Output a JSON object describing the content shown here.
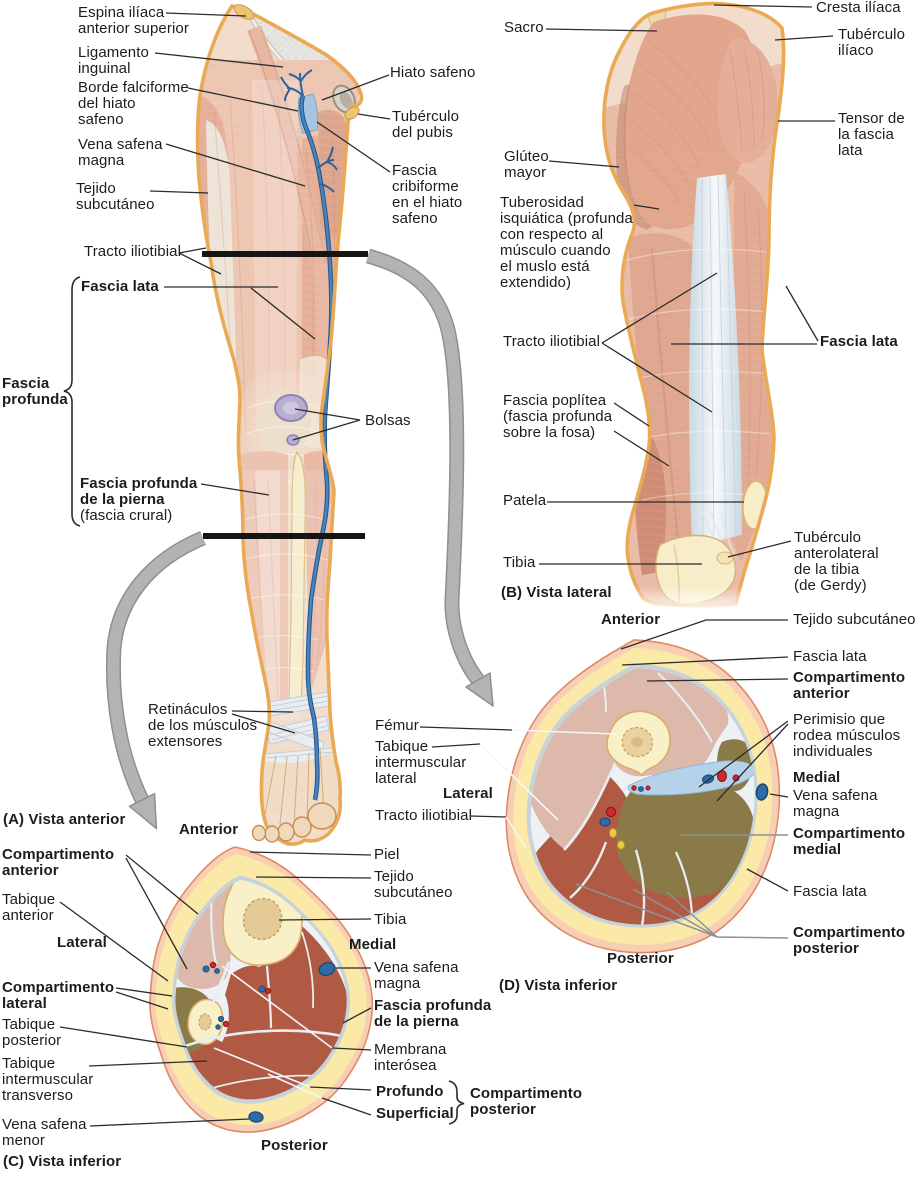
{
  "panels": {
    "a": {
      "caption": "(A) Vista anterior",
      "labels": {
        "espina": "Espina ilíaca\nanterior superior",
        "ligamento": "Ligamento\ninguinal",
        "borde": "Borde falciforme\ndel hiato\nsafeno",
        "vena_safena_magna": "Vena safena\nmagna",
        "tejido_subcutaneo": "Tejido\nsubcutáneo",
        "tracto_iliotibial": "Tracto iliotibial",
        "fascia_lata": "Fascia lata",
        "fascia_profunda": "Fascia\nprofunda",
        "fascia_profunda_pierna": "Fascia profunda\nde la pierna",
        "fascia_crural": "(fascia crural)",
        "retinaculos": "Retináculos\nde los músculos\nextensores",
        "hiato_safeno": "Hiato safeno",
        "tuberculo_pubis": "Tubérculo\ndel pubis",
        "fascia_cribiforme": "Fascia\ncribiforme\nen el hiato\nsafeno",
        "bolsas": "Bolsas"
      }
    },
    "b": {
      "caption": "(B) Vista lateral",
      "labels": {
        "sacro": "Sacro",
        "cresta_iliaca": "Cresta ilíaca",
        "tuberculo_iliaco": "Tubérculo\nilíaco",
        "tensor": "Tensor de\nla fascia lata",
        "gluteo_mayor": "Glúteo\nmayor",
        "tuberosidad": "Tuberosidad\nisquiática (profunda\ncon respecto al\nmúsculo cuando\nel muslo está\nextendido)",
        "tracto_iliotibial": "Tracto iliotibial",
        "fascia_lata": "Fascia lata",
        "fascia_poplitea": "Fascia poplítea\n(fascia profunda\nsobre la fosa)",
        "patela": "Patela",
        "tibia": "Tibia",
        "tuberculo_gerdy": "Tubérculo\nanterolateral\nde la tibia\n(de Gerdy)"
      }
    },
    "c": {
      "caption": "(C) Vista inferior",
      "labels": {
        "anterior": "Anterior",
        "compartimento_anterior": "Compartimento\nanterior",
        "tabique_anterior": "Tabique\nanterior",
        "lateral": "Lateral",
        "compartimento_lateral": "Compartimento\nlateral",
        "tabique_posterior": "Tabique\nposterior",
        "tabique_transverso": "Tabique\nintermuscular\ntransverso",
        "vena_safena_menor": "Vena safena\nmenor",
        "posterior": "Posterior",
        "piel": "Piel",
        "tejido_subcutaneo": "Tejido\nsubcutáneo",
        "tibia": "Tibia",
        "medial": "Medial",
        "vena_safena_magna": "Vena safena\nmagna",
        "fascia_profunda_pierna": "Fascia profunda\nde la pierna",
        "membrana_interosea": "Membrana\ninterósea",
        "profundo": "Profundo",
        "superficial": "Superficial",
        "compartimento_posterior": "Compartimento\nposterior"
      }
    },
    "d": {
      "caption": "(D) Vista inferior",
      "labels": {
        "anterior": "Anterior",
        "tejido_subcutaneo": "Tejido subcutáneo",
        "fascia_lata_sup": "Fascia lata",
        "compartimento_anterior": "Compartimento\nanterior",
        "perimisio": "Perimisio que\nrodea músculos\nindividuales",
        "medial": "Medial",
        "vena_safena_magna": "Vena safena\nmagna",
        "compartimento_medial": "Compartimento\nmedial",
        "fascia_lata_inf": "Fascia lata",
        "compartimento_posterior": "Compartimento\nposterior",
        "posterior": "Posterior",
        "femur": "Fémur",
        "tabique_lateral": "Tabique\nintermuscular\nlateral",
        "lateral": "Lateral",
        "tracto_iliotibial": "Tracto iliotibial"
      }
    }
  },
  "colors": {
    "background": "#ffffff",
    "label_text": "#1c1c1c",
    "leader_line": "#2b2b2b",
    "leader_line_white": "#f5f7f8",
    "section_cut_line": "#151515",
    "arrow_gray": "#b3b3b3",
    "skin_border_tan": "#e7a24e",
    "subcutaneous_yellow": "#fbe9a7",
    "deep_fascia_gray": "#c7d3db",
    "skin_ring_peach": "#f8cfb4",
    "muscle_pink": "#e2ac97",
    "anterior_compartment_pink": "#dcb9aa",
    "posterior_compartment_red": "#b15a43",
    "lateral_medial_compartment_olive": "#8a7a48",
    "bone_cream": "#f9f0c8",
    "vein_blue": "#3f79b3",
    "artery_red": "#c92b2b",
    "nerve_yellow": "#efc93f",
    "neurovascular_blue": "#b5d2e8",
    "bursa_lavender": "#b9aed2"
  }
}
